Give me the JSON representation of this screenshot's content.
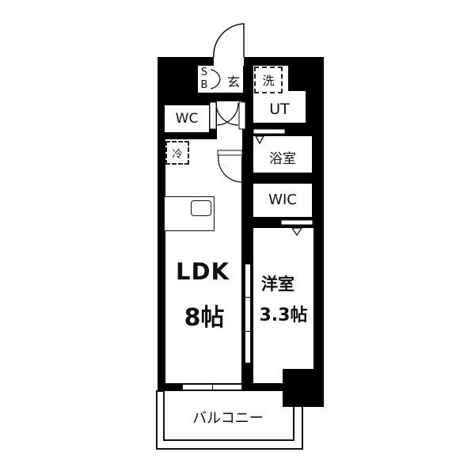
{
  "floorplan": {
    "rooms": {
      "ldk": {
        "name": "LDK",
        "size": "8帖"
      },
      "western": {
        "name": "洋室",
        "size": "3.3帖"
      },
      "wc": {
        "name": "WC"
      },
      "ut": {
        "name": "UT"
      },
      "bath": {
        "name": "浴室"
      },
      "wic": {
        "name": "WIC"
      },
      "entrance": {
        "name": "玄"
      },
      "balcony": {
        "name": "バルコニー"
      }
    },
    "fixtures": {
      "shoe_box_s": "S",
      "shoe_box_b": "B",
      "washer": "洗",
      "fridge": "冷"
    },
    "colors": {
      "wall": "#000000",
      "background": "#ffffff",
      "line": "#111111"
    }
  }
}
